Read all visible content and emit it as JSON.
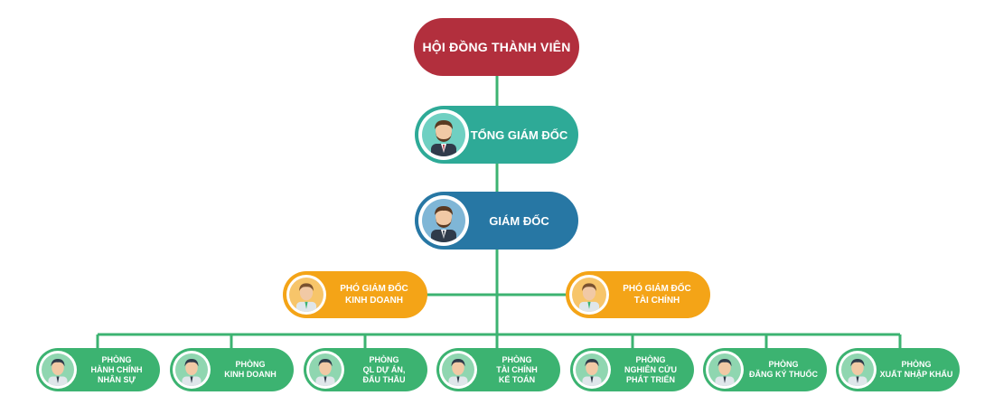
{
  "org_chart": {
    "root": {
      "label": "HỘI ĐỒNG THÀNH VIÊN",
      "color": "#b22f3d"
    },
    "ceo": {
      "label": "TỔNG GIÁM ĐỐC",
      "color": "#2eaa97",
      "icon": "businessman-bearded-avatar-icon"
    },
    "director": {
      "label": "GIÁM ĐỐC",
      "color": "#2777a4",
      "icon": "businessman-bearded-avatar-icon"
    },
    "deputies": [
      {
        "line1": "PHÓ GIÁM ĐỐC",
        "line2": "KINH DOANH",
        "color": "#f4a417",
        "icon": "employee-avatar-icon"
      },
      {
        "line1": "PHÓ GIÁM ĐỐC",
        "line2": "TÀI CHÍNH",
        "color": "#f4a417",
        "icon": "employee-avatar-icon"
      }
    ],
    "departments": [
      {
        "lines": [
          "PHÒNG",
          "HÀNH CHÍNH",
          "NHÂN SỰ"
        ]
      },
      {
        "lines": [
          "PHÒNG",
          "KINH DOANH"
        ]
      },
      {
        "lines": [
          "PHÒNG",
          "QL DỰ ÁN,",
          "ĐẤU THẦU"
        ]
      },
      {
        "lines": [
          "PHÒNG",
          "TÀI CHÍNH",
          "KẾ TOÁN"
        ]
      },
      {
        "lines": [
          "PHÒNG",
          "NGHIÊN CỨU",
          "PHÁT TRIỂN"
        ]
      },
      {
        "lines": [
          "PHÒNG",
          "ĐĂNG KÝ THUỐC"
        ]
      },
      {
        "lines": [
          "PHÒNG",
          "XUẤT NHẬP KHẨU"
        ]
      }
    ],
    "department_color": "#3cb371",
    "connector_color": "#3cb371",
    "department_icon": "staff-avatar-icon"
  }
}
